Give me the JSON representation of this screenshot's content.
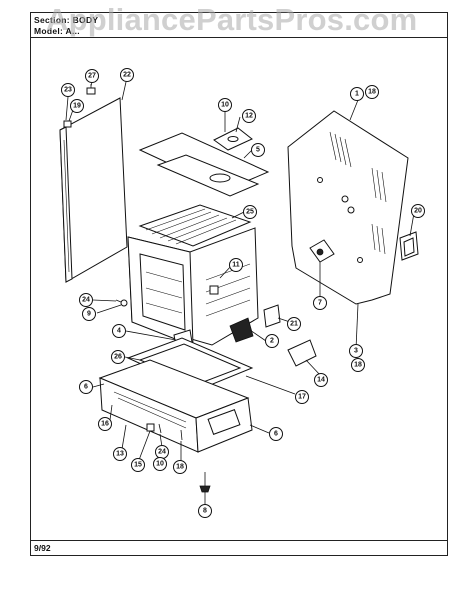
{
  "header": {
    "section_line": "Section: BODY",
    "model_line": "Model: A..."
  },
  "footer": {
    "date": "9/92"
  },
  "watermark": "AppliancePartsPros.com",
  "callouts": [
    {
      "id": "c-23",
      "label": "23"
    },
    {
      "id": "c-27",
      "label": "27"
    },
    {
      "id": "c-22",
      "label": "22"
    },
    {
      "id": "c-19",
      "label": "19"
    },
    {
      "id": "c-10a",
      "label": "10"
    },
    {
      "id": "c-12",
      "label": "12"
    },
    {
      "id": "c-5",
      "label": "5"
    },
    {
      "id": "c-1",
      "label": "1"
    },
    {
      "id": "c-18a",
      "label": "18"
    },
    {
      "id": "c-25a",
      "label": "25"
    },
    {
      "id": "c-20",
      "label": "20"
    },
    {
      "id": "c-11",
      "label": "11"
    },
    {
      "id": "c-7",
      "label": "7"
    },
    {
      "id": "c-24a",
      "label": "24"
    },
    {
      "id": "c-9",
      "label": "9"
    },
    {
      "id": "c-21",
      "label": "21"
    },
    {
      "id": "c-4",
      "label": "4"
    },
    {
      "id": "c-2",
      "label": "2"
    },
    {
      "id": "c-3",
      "label": "3"
    },
    {
      "id": "c-18b",
      "label": "18"
    },
    {
      "id": "c-26",
      "label": "26"
    },
    {
      "id": "c-14",
      "label": "14"
    },
    {
      "id": "c-6a",
      "label": "6"
    },
    {
      "id": "c-17",
      "label": "17"
    },
    {
      "id": "c-16",
      "label": "16"
    },
    {
      "id": "c-6b",
      "label": "6"
    },
    {
      "id": "c-13",
      "label": "13"
    },
    {
      "id": "c-15",
      "label": "15"
    },
    {
      "id": "c-24b",
      "label": "24"
    },
    {
      "id": "c-18c",
      "label": "18"
    },
    {
      "id": "c-10b",
      "label": "10"
    },
    {
      "id": "c-8",
      "label": "8"
    }
  ]
}
